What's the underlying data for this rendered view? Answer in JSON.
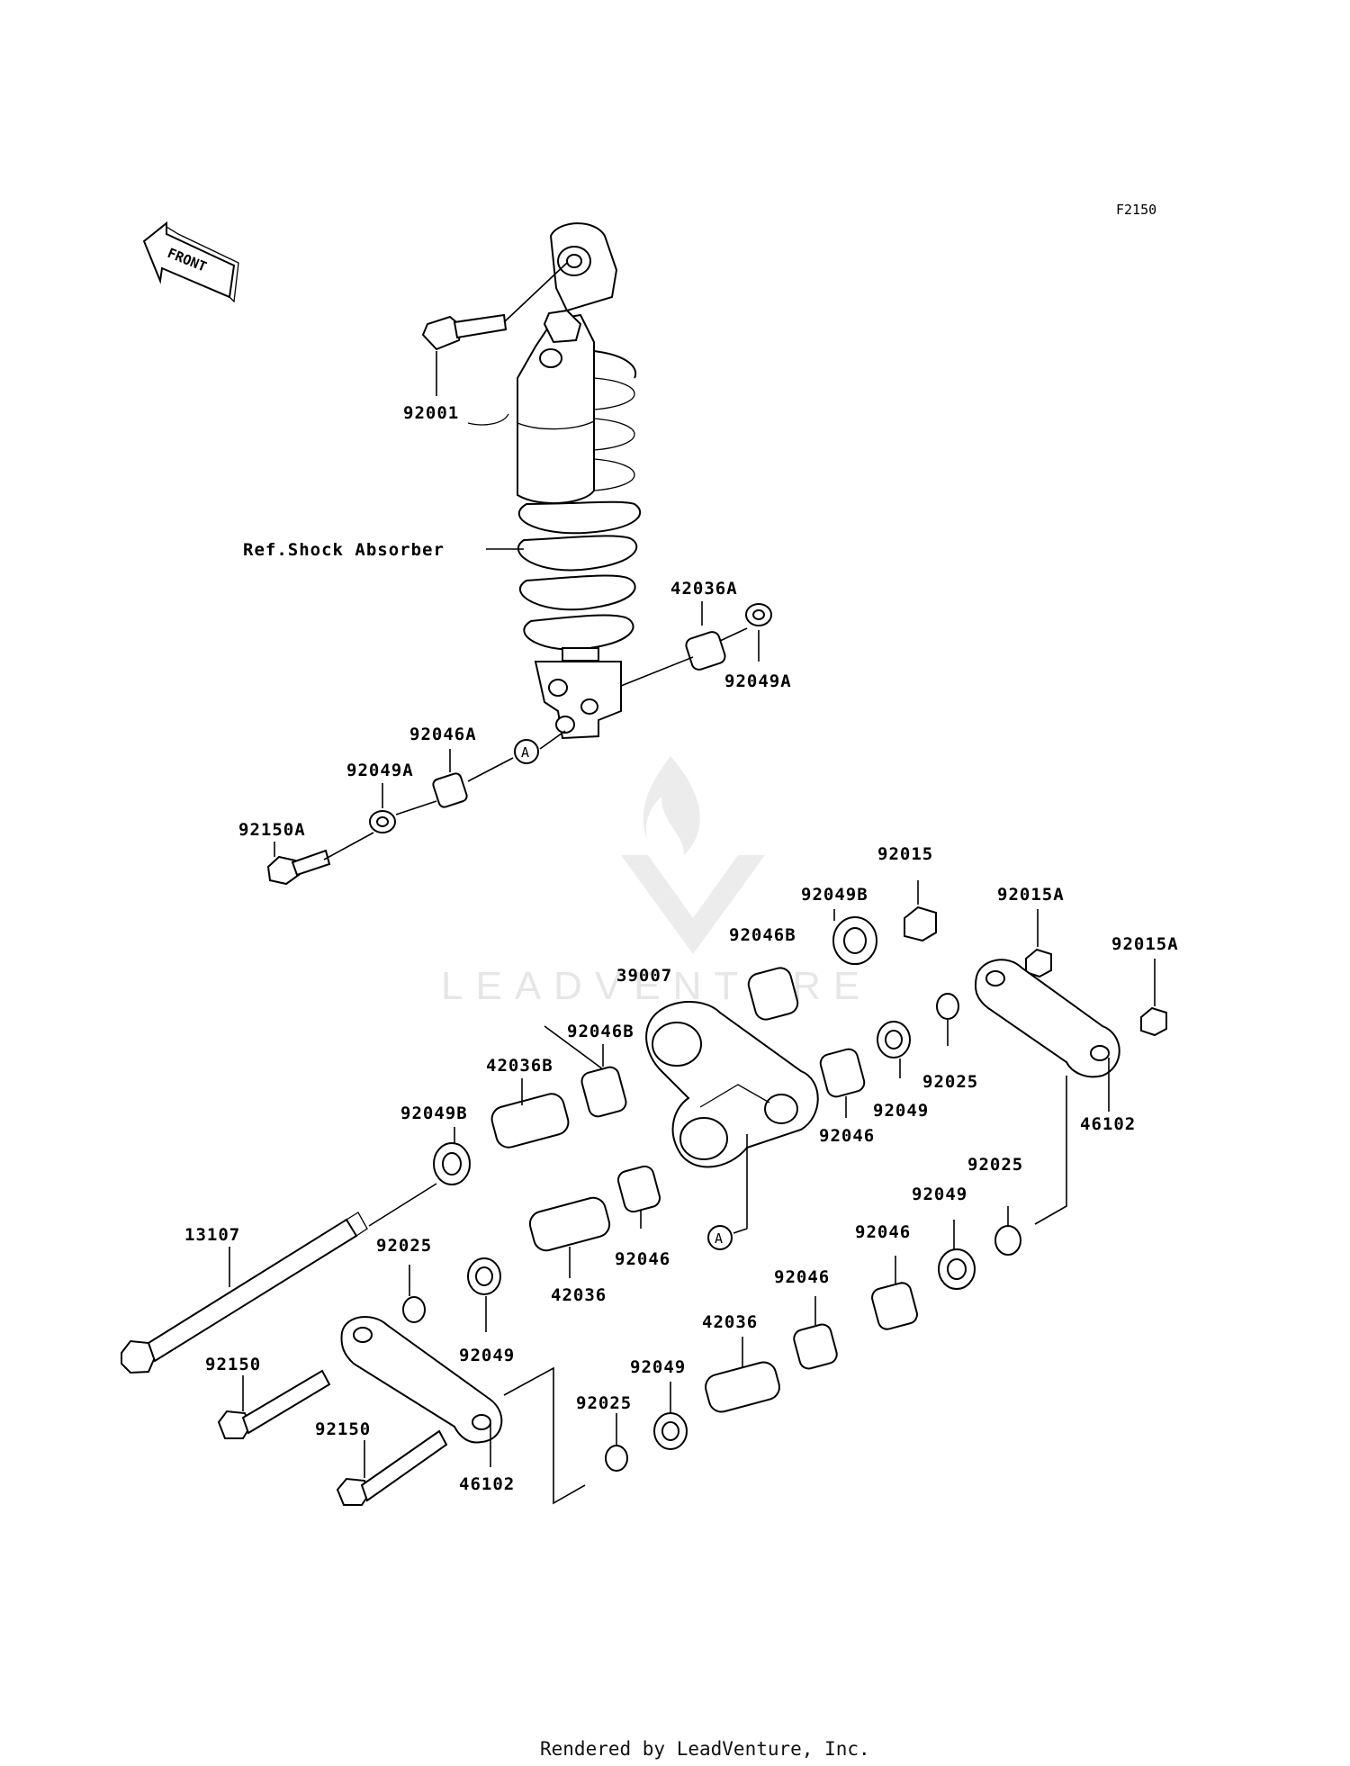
{
  "diagram": {
    "code": "F2150",
    "front_label": "FRONT",
    "ref_label": "Ref.Shock Absorber",
    "footer": "Rendered by LeadVenture, Inc.",
    "watermark": "LEADVENTURE",
    "callout_a": "A",
    "parts": [
      {
        "id": "p1",
        "label": "92001"
      },
      {
        "id": "p2",
        "label": "42036A"
      },
      {
        "id": "p3",
        "label": "92049A"
      },
      {
        "id": "p4",
        "label": "92046A"
      },
      {
        "id": "p5",
        "label": "92049A"
      },
      {
        "id": "p6",
        "label": "92150A"
      },
      {
        "id": "p7",
        "label": "92015"
      },
      {
        "id": "p8",
        "label": "92049B"
      },
      {
        "id": "p9",
        "label": "92015A"
      },
      {
        "id": "p10",
        "label": "92046B"
      },
      {
        "id": "p11",
        "label": "92015A"
      },
      {
        "id": "p12",
        "label": "39007"
      },
      {
        "id": "p13",
        "label": "92046B"
      },
      {
        "id": "p14",
        "label": "42036B"
      },
      {
        "id": "p15",
        "label": "92025"
      },
      {
        "id": "p16",
        "label": "92049B"
      },
      {
        "id": "p17",
        "label": "92049"
      },
      {
        "id": "p18",
        "label": "92046"
      },
      {
        "id": "p19",
        "label": "46102"
      },
      {
        "id": "p20",
        "label": "92025"
      },
      {
        "id": "p21",
        "label": "13107"
      },
      {
        "id": "p22",
        "label": "92049"
      },
      {
        "id": "p23",
        "label": "92025"
      },
      {
        "id": "p24",
        "label": "92046"
      },
      {
        "id": "p25",
        "label": "42036"
      },
      {
        "id": "p26",
        "label": "92046"
      },
      {
        "id": "p27",
        "label": "92046"
      },
      {
        "id": "p28",
        "label": "92049"
      },
      {
        "id": "p29",
        "label": "42036"
      },
      {
        "id": "p30",
        "label": "92150"
      },
      {
        "id": "p31",
        "label": "92049"
      },
      {
        "id": "p32",
        "label": "92025"
      },
      {
        "id": "p33",
        "label": "92150"
      },
      {
        "id": "p34",
        "label": "46102"
      }
    ]
  }
}
